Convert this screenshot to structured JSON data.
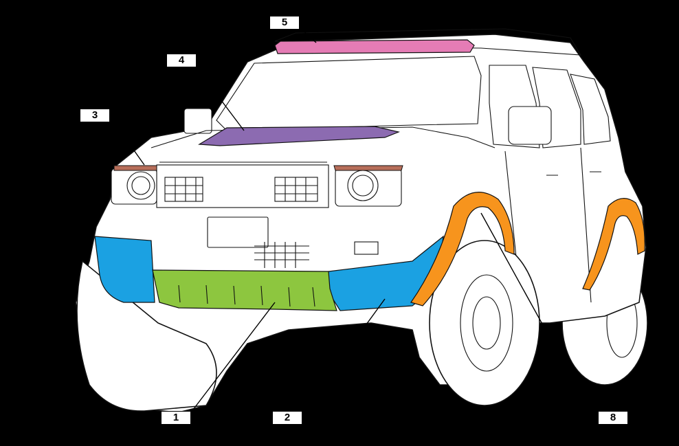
{
  "callouts": [
    {
      "id": "1",
      "label": "1"
    },
    {
      "id": "2",
      "label": "2"
    },
    {
      "id": "3",
      "label": "3"
    },
    {
      "id": "4",
      "label": "4"
    },
    {
      "id": "5",
      "label": "5"
    },
    {
      "id": "8",
      "label": "8"
    }
  ],
  "part_colors": {
    "skid_plate": "#8dc63f",
    "bumper_corners": "#1ba1e2",
    "headlight_trim": "#b76e5a",
    "hood_scoop": "#8c6bb1",
    "roof_rack_light": "#e57cb5",
    "fender_flares": "#f7941d"
  },
  "background": "#000000"
}
